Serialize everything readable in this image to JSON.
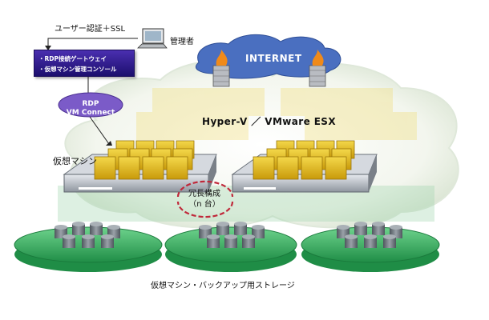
{
  "labels": {
    "auth": "ユーザー認証＋SSL",
    "admin": "管理者",
    "gateway_items": [
      "・RDP接続ゲートウェイ",
      "・仮想マシン管理コンソール"
    ],
    "rdp_line1": "RDP",
    "rdp_line2": "VM Connect",
    "internet": "INTERNET",
    "hypervisor": "Hyper-V ／ VMware ESX",
    "virtual_machine": "仮想マシン",
    "redundancy_line1": "冗長構成",
    "redundancy_line2": "（n 台）",
    "storage": "仮想マシン・バックアップ用ストレージ"
  },
  "icons": [
    "laptop-icon",
    "firewall-icon",
    "fire-icon",
    "server-rack-icon",
    "storage-disk-icon",
    "cloud-icon"
  ],
  "colors": {
    "gateway": "#2a1a8a",
    "rdp_oval": "#7b5bc8",
    "internet_cloud": "#4a6fc0",
    "vm_cube": "#e8c318",
    "storage_base": "#2faa5a",
    "disk": "#707880",
    "redundancy_arrow": "#c0283a"
  }
}
